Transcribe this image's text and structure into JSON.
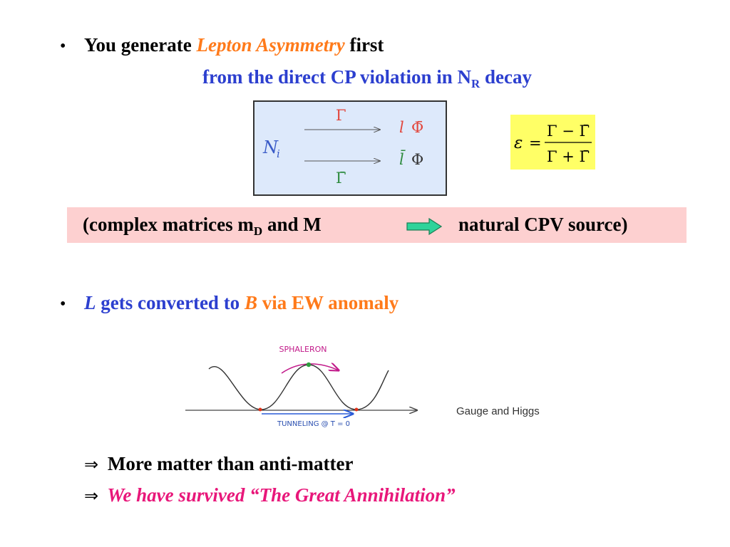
{
  "bullet_char": "•",
  "item1": {
    "prefix": "You generate ",
    "highlight": "Lepton Asymmetry",
    "suffix": " first"
  },
  "item1_sub": {
    "text": "from the direct CP violation in  N",
    "subscript": "R",
    "tail": " decay"
  },
  "decay_diagram": {
    "source": "N",
    "source_sub": "i",
    "top_rate": "Γ",
    "top_products": [
      "l",
      "Φ̄"
    ],
    "bottom_rate": "Γ̄",
    "bottom_products": [
      "l̄",
      "Φ"
    ]
  },
  "asymmetry_formula": {
    "lhs": "ε",
    "eq": "=",
    "numerator": "Γ − Γ̄",
    "denominator": "Γ + Γ̄"
  },
  "cpv_note": {
    "left": "(complex matrices m",
    "left_sub": "D",
    "middle": "  and M",
    "right": "natural CPV source)"
  },
  "item2": {
    "l_symbol": "L",
    "middle": " gets converted to ",
    "b_symbol": "B",
    "suffix": " via EW anomaly"
  },
  "sphaleron_figure": {
    "top_label": "SPHALERON",
    "bottom_label": "TUNNELING @ T = 0",
    "side_label": "Gauge and Higgs"
  },
  "conclusion1": {
    "symbol": "⇒",
    "text": " More matter than anti-matter"
  },
  "conclusion2": {
    "symbol": "⇒",
    "text": " We have survived “The Great Annihilation”"
  },
  "colors": {
    "blue_text": "#2c3fcf",
    "orange_text": "#ff7a1a",
    "magenta_text": "#e8177a",
    "decay_box_bg": "#dde9fb",
    "formula_bg": "#ffff66",
    "note_bg": "#fdd0d0",
    "arrow_fill": "#2fd39a"
  }
}
